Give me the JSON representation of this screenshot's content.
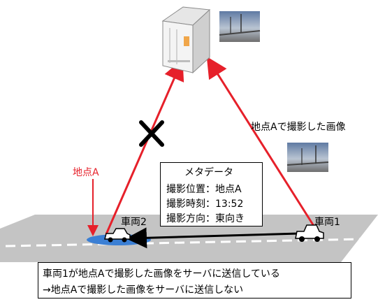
{
  "labels": {
    "point_a": "地点A",
    "vehicle2": "車両2",
    "vehicle1": "車両1",
    "sent_image": "地点Aで撮影した画像"
  },
  "metadata": {
    "title": "メタデータ",
    "rows": [
      "撮影位置：地点A",
      "撮影時刻：13:52",
      "撮影方向：東向き"
    ]
  },
  "note": {
    "line1": "車両1が地点Aで撮影した画像をサーバに送信している",
    "line2": "→地点Aで撮影した画像をサーバに送信しない"
  },
  "colors": {
    "arrow_red": "#e6202a",
    "road": "#c4c4c4",
    "highlight_blue": "#3b7fd4"
  },
  "icons": [
    "server-icon",
    "camera-photo-icon",
    "car-icon",
    "cross-mark-icon"
  ]
}
